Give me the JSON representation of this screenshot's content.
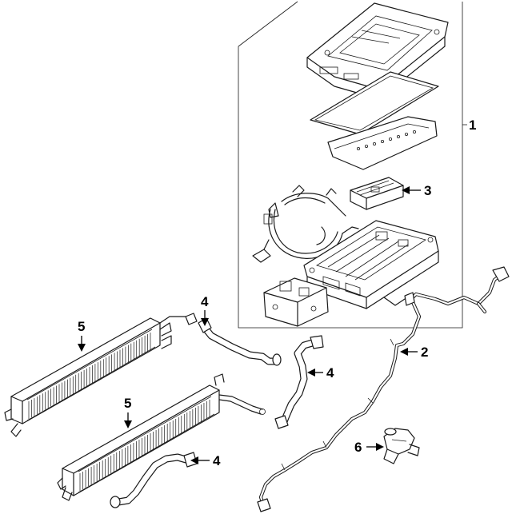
{
  "diagram": {
    "callouts": [
      {
        "id": "c1",
        "label": "1"
      },
      {
        "id": "c2",
        "label": "2"
      },
      {
        "id": "c3",
        "label": "3"
      },
      {
        "id": "c4a",
        "label": "4"
      },
      {
        "id": "c4b",
        "label": "4"
      },
      {
        "id": "c4c",
        "label": "4"
      },
      {
        "id": "c5a",
        "label": "5"
      },
      {
        "id": "c5b",
        "label": "5"
      },
      {
        "id": "c6",
        "label": "6"
      }
    ]
  }
}
